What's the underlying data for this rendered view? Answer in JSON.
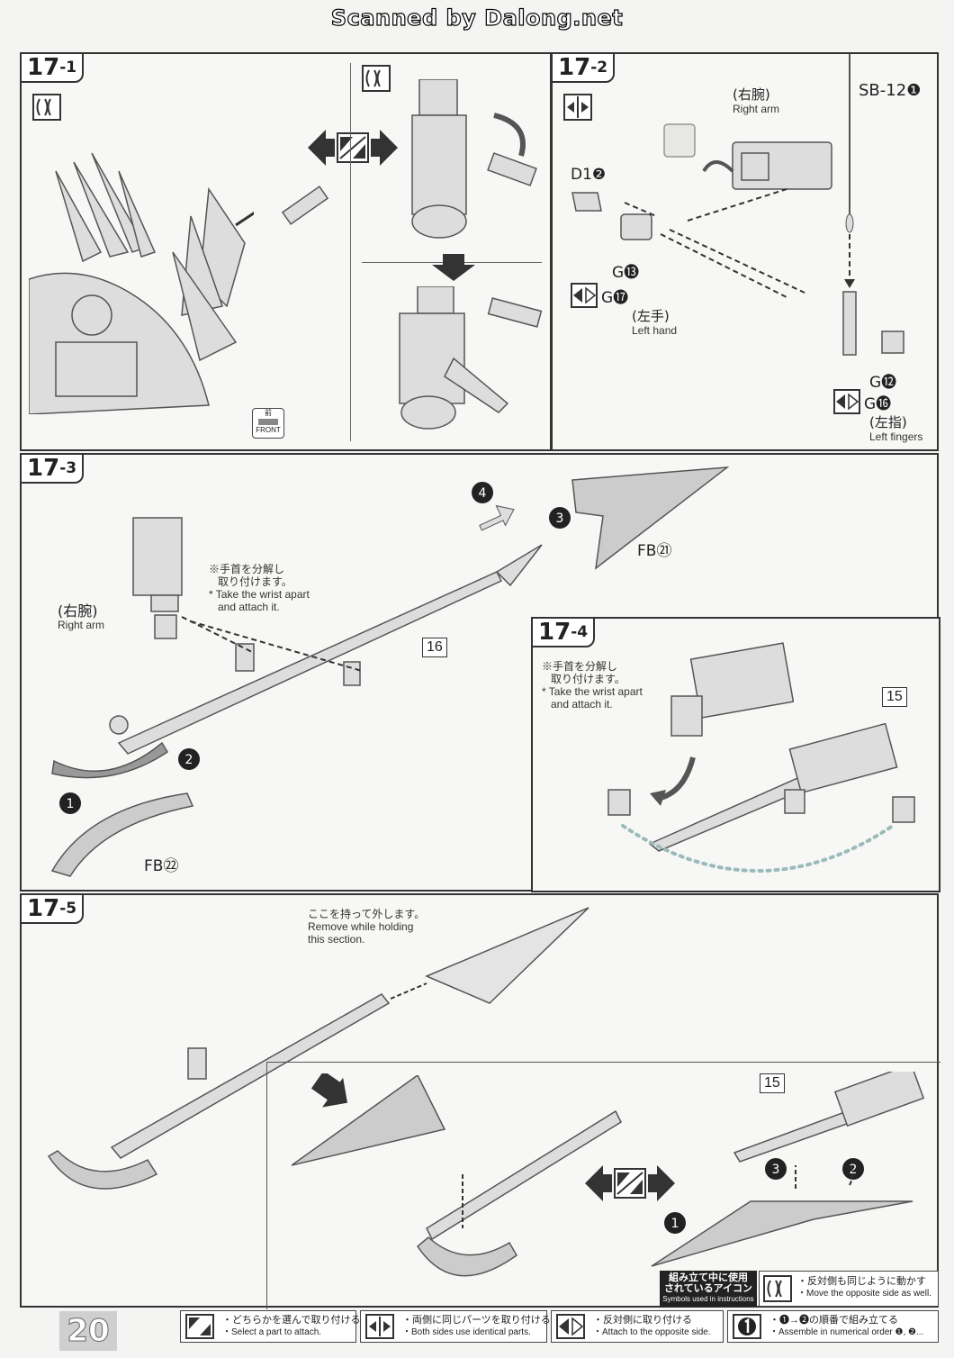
{
  "watermark": "Scanned by Dalong.net",
  "page_number": "20",
  "steps": {
    "s1": {
      "num": "17",
      "sub": "1",
      "front_label": "FRONT",
      "front_kanji": "前"
    },
    "s2": {
      "num": "17",
      "sub": "2",
      "right_arm_jp": "(右腕)",
      "right_arm_en": "Right arm",
      "sb": "SB-12❶",
      "d1": "D1❷",
      "g13": "G⓭",
      "g17": "G⓱",
      "left_hand_jp": "(左手)",
      "left_hand_en": "Left hand",
      "g12": "G⓬",
      "g16": "G⓰",
      "left_fingers_jp": "(左指)",
      "left_fingers_en": "Left fingers"
    },
    "s3": {
      "num": "17",
      "sub": "3",
      "right_arm_jp": "(右腕)",
      "right_arm_en": "Right arm",
      "note_jp_1": "※手首を分解し",
      "note_jp_2": "取り付けます。",
      "note_en_1": "* Take the wrist apart",
      "note_en_2": "and attach it.",
      "part16": "16",
      "fb21": "FB㉑",
      "fb22": "FB㉒",
      "n1": "1",
      "n2": "2",
      "n3": "3",
      "n4": "4"
    },
    "s4": {
      "num": "17",
      "sub": "4",
      "note_jp_1": "※手首を分解し",
      "note_jp_2": "取り付けます。",
      "note_en_1": "* Take the wrist apart",
      "note_en_2": "and attach it.",
      "part15": "15"
    },
    "s5": {
      "num": "17",
      "sub": "5",
      "hold_jp": "ここを持って外します。",
      "hold_en_1": "Remove while holding",
      "hold_en_2": "this section.",
      "part15": "15",
      "n1": "1",
      "n2": "2",
      "n3": "3"
    }
  },
  "symbols": {
    "title_jp_1": "組み立て中に使用",
    "title_jp_2": "されているアイコン",
    "title_en": "Symbols used in instructions",
    "opposite_jp": "・反対側も同じように動かす",
    "opposite_en": "・Move the opposite side as well.",
    "select_jp": "・どちらかを選んで取り付ける",
    "select_en": "・Select a part to attach.",
    "both_jp": "・両側に同じパーツを取り付ける",
    "both_en": "・Both sides use identical parts.",
    "attach_opp_jp": "・反対側に取り付ける",
    "attach_opp_en": "・Attach to the opposite side.",
    "order_jp": "・❶→❷の順番で組み立てる",
    "order_en": "・Assemble in numerical order ❶, ❷..."
  }
}
